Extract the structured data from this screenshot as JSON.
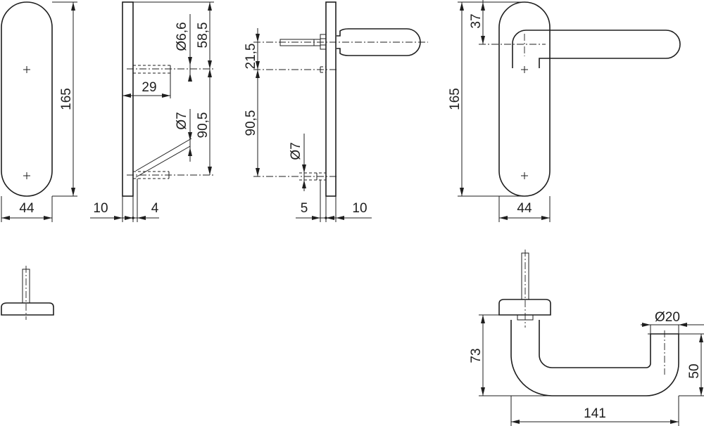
{
  "dimensions": {
    "rosette_front": {
      "height": "165",
      "width": "44"
    },
    "side_section": {
      "screw_hole": "Ø6,6",
      "top_to_hole": "58,5",
      "hole_depth": "29",
      "hole_spacing": "90,5",
      "pin": "Ø7",
      "plate": "10",
      "offset": "4"
    },
    "handle_side": {
      "spindle_to_hole": "21,5",
      "hole_spacing": "90,5",
      "pin": "Ø7",
      "offset": "5",
      "plate": "10"
    },
    "handle_front": {
      "spindle_from_top": "37",
      "height": "165",
      "width": "44"
    },
    "handle_top": {
      "grip": "Ø20",
      "projection": "73",
      "length": "141",
      "end_height": "50"
    }
  }
}
